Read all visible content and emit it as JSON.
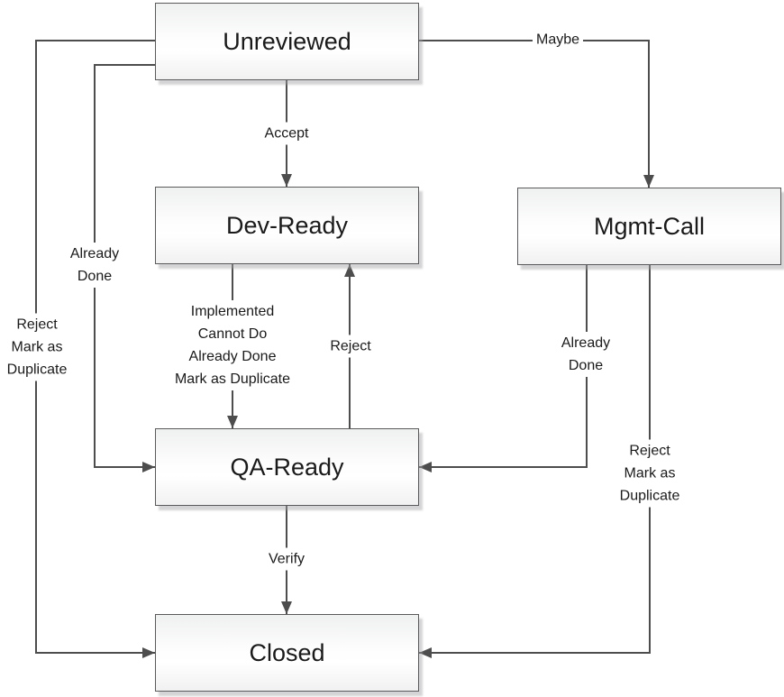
{
  "nodes": [
    {
      "id": "unreviewed",
      "label": "Unreviewed"
    },
    {
      "id": "dev-ready",
      "label": "Dev-Ready"
    },
    {
      "id": "mgmt-call",
      "label": "Mgmt-Call"
    },
    {
      "id": "qa-ready",
      "label": "QA-Ready"
    },
    {
      "id": "closed",
      "label": "Closed"
    }
  ],
  "edges": [
    {
      "from": "unreviewed",
      "to": "dev-ready",
      "label": "Accept"
    },
    {
      "from": "unreviewed",
      "to": "mgmt-call",
      "label": "Maybe"
    },
    {
      "from": "unreviewed",
      "to": "closed",
      "label": "Reject\nMark as\nDuplicate"
    },
    {
      "from": "unreviewed",
      "to": "qa-ready",
      "label": "Already\nDone"
    },
    {
      "from": "dev-ready",
      "to": "qa-ready",
      "label": "Implemented\nCannot Do\nAlready Done\nMark as Duplicate"
    },
    {
      "from": "qa-ready",
      "to": "dev-ready",
      "label": "Reject"
    },
    {
      "from": "qa-ready",
      "to": "closed",
      "label": "Verify"
    },
    {
      "from": "mgmt-call",
      "to": "qa-ready",
      "label": "Already\nDone"
    },
    {
      "from": "mgmt-call",
      "to": "closed",
      "label": "Reject\nMark as\nDuplicate"
    }
  ],
  "colors": {
    "line": "#4d4d4d",
    "box_border": "#5a5a5c",
    "box_fill_top": "#eff0f0",
    "box_fill_bottom": "#f1f1f2",
    "text": "#1a1a1a",
    "background": "#ffffff"
  }
}
